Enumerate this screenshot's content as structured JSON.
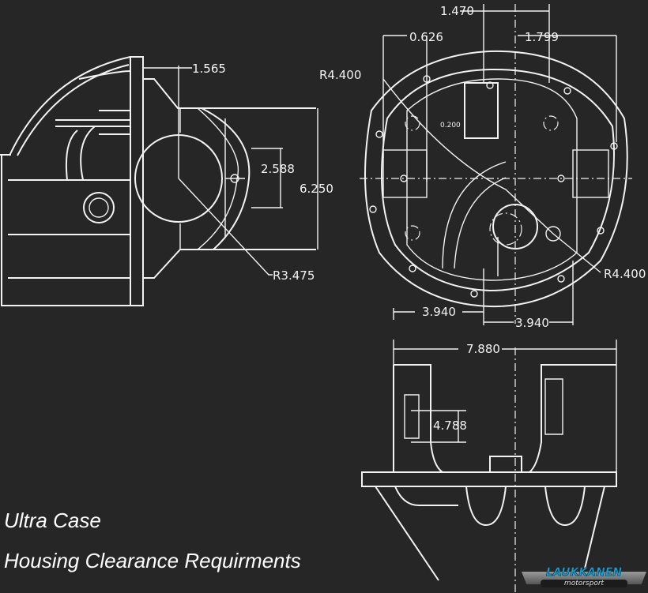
{
  "caption": {
    "line1": "Ultra Case",
    "line2": "Housing Clearance Requirments"
  },
  "side_view": {
    "dims": {
      "d1": "1.565",
      "d2": "2.588",
      "d3": "6.250",
      "r1": "R3.475"
    }
  },
  "front_view": {
    "dims": {
      "top": "1.470",
      "left_top": "0.626",
      "right_top": "1.799",
      "r_left": "R4.400",
      "r_right": "R4.400",
      "inner": "0.200",
      "bottom_left": "3.940",
      "bottom_right": "3.940"
    }
  },
  "bottom_view": {
    "dims": {
      "width": "7.880",
      "height": "4.788"
    }
  },
  "logo": {
    "name": "LAUKKANEN",
    "sub": "motorsport"
  }
}
